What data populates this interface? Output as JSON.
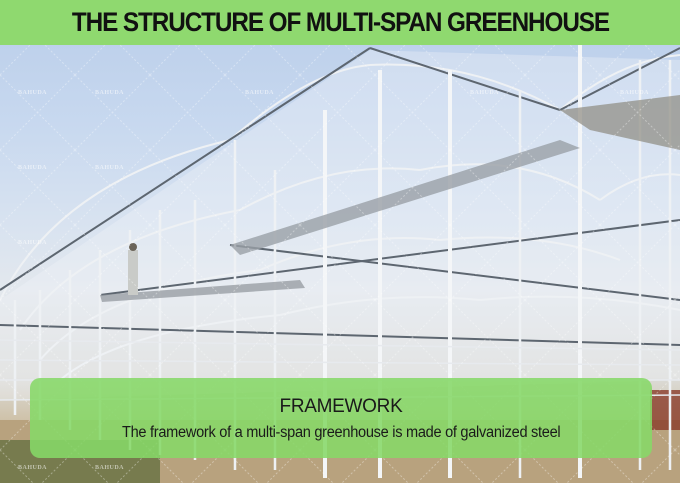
{
  "header": {
    "title": "THE STRUCTURE OF MULTI-SPAN GREENHOUSE",
    "background_color": "#8fd96f"
  },
  "photo": {
    "subject": "multi-span greenhouse galvanized steel framework under blue sky",
    "icon": "greenhouse-frame-photo"
  },
  "caption": {
    "title": "FRAMEWORK",
    "text": "The framework of a multi-span greenhouse is made of galvanized steel",
    "background_color": "#86d868"
  },
  "watermark": {
    "text": "BAHUDA"
  }
}
